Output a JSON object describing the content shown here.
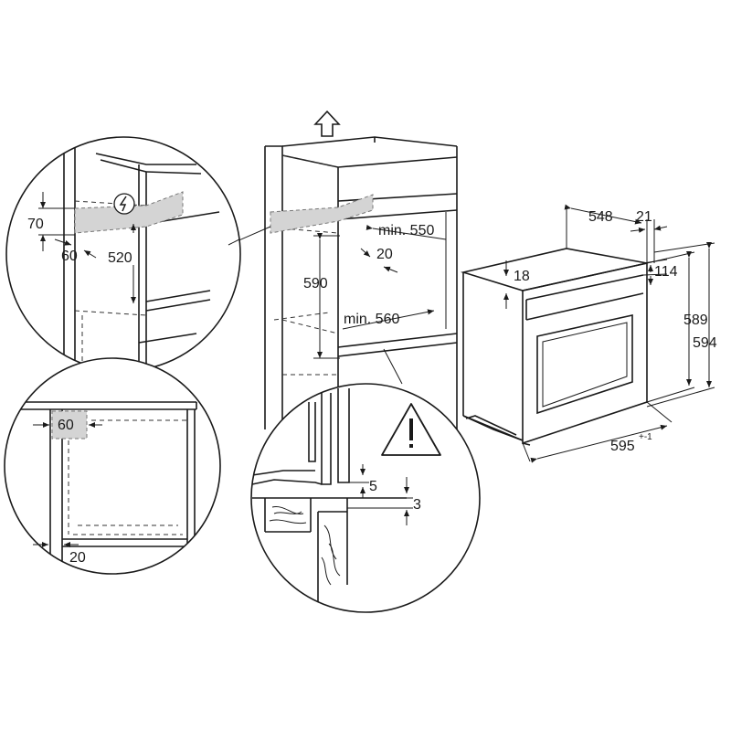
{
  "labels": {
    "detail_top_vent_height": "70",
    "detail_top_vent_depth": "60",
    "detail_top_socket_height": "520",
    "detail_side_vent_depth": "60",
    "detail_side_gap": "20",
    "cabinet_min_width": "min. 550",
    "cabinet_depth_gap": "20",
    "cabinet_opening_height": "590",
    "cabinet_min_depth": "min. 560",
    "mount_gap_5": "5",
    "mount_gap_3": "3",
    "oven_depth": "548",
    "oven_front_depth": "21",
    "oven_top_offset": "18",
    "oven_panel_height": "114",
    "oven_body_height": "589",
    "oven_total_height": "594",
    "oven_width": "595",
    "oven_width_tolerance": "+-1"
  },
  "icons": {
    "electric_hazard": "electric-hazard-icon",
    "warning": "warning-triangle-icon",
    "arrow_up": "up-arrow-icon"
  }
}
